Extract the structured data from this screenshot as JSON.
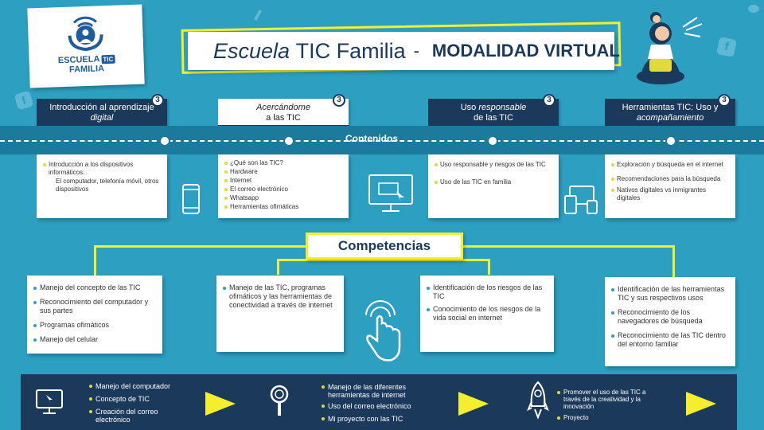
{
  "logo": {
    "line1": "ESCUELA",
    "tic": "TIC",
    "line2": "FAMILIA"
  },
  "title": {
    "part_italic": "Escuela",
    "part_regular": "TIC Familia",
    "separator": "-",
    "part_bold": "MODALIDAD VIRTUAL"
  },
  "contenidos_label": "Contenidos",
  "sections": [
    {
      "badge": "3",
      "title_plain": "Introducción al aprendizaje",
      "title_italic": "digital",
      "items": [
        "Introducción a los dispositivos informáticos:",
        "El computador, telefonía móvil, otros dispositivos"
      ]
    },
    {
      "badge": "3",
      "title_italic": "Acercándome",
      "title_plain": "a las TIC",
      "items": [
        "¿Qué son las TIC?",
        "Hardware",
        "Internet",
        "El correo electrónico",
        "Whatsapp",
        "Herramientas ofimáticas"
      ]
    },
    {
      "badge": "3",
      "title_plain": "Uso",
      "title_italic": "responsable",
      "title_plain2": "de las TIC",
      "items": [
        "Uso responsable y riesgos de las TIC",
        "Uso de las TIC en familia"
      ]
    },
    {
      "badge": "3",
      "title_plain": "Herramientas TIC: Uso y",
      "title_italic": "acompañamiento",
      "items": [
        "Exploración y búsqueda en el internet",
        "Recomendaciones para la búsqueda",
        "Nativos digitales vs inmigrantes digitales"
      ]
    }
  ],
  "competencias_label": "Competencias",
  "competencias": [
    [
      "Manejo del concepto de las TIC",
      "Reconocimiento del computador y sus partes",
      "Programas ofimáticos",
      "Manejo del celular"
    ],
    [
      "Manejo de las TIC, programas ofimáticos y las herramientas de conectividad a través de internet"
    ],
    [
      "Identificación de los riesgos de las TIC",
      "Conocimiento de los riesgos de la vida social en internet"
    ],
    [
      "Identificación de las herramientas TIC y sus respectivos usos",
      "Reconocimiento de los navegadores de búsqueda",
      "Reconocimiento de las TIC dentro del entorno familiar"
    ]
  ],
  "bottom": [
    [
      "Manejo del computador",
      "Concepto de TIC",
      "Creación del correo electrónico"
    ],
    [
      "Manejo de las diferentes herramientas de internet",
      "Uso del correo electrónico",
      "Mi proyecto con las TIC"
    ],
    [
      "Promover el uso de las TIC a través de la creatividad y la innovación",
      "Proyecto"
    ]
  ],
  "colors": {
    "background": "#2d9fc0",
    "navy": "#1b3a5b",
    "yellow": "#f3ef2c",
    "band": "#1c7b9c"
  },
  "icons": [
    "wifi-family-logo-icon",
    "facebook-icon",
    "pencil-icon",
    "boy-on-rocket-illustration",
    "smartphone-icon",
    "monitor-icon",
    "devices-icon",
    "touch-hand-icon",
    "computer-icon",
    "magnifier-icon",
    "rocket-icon",
    "play-triangle-icon"
  ]
}
